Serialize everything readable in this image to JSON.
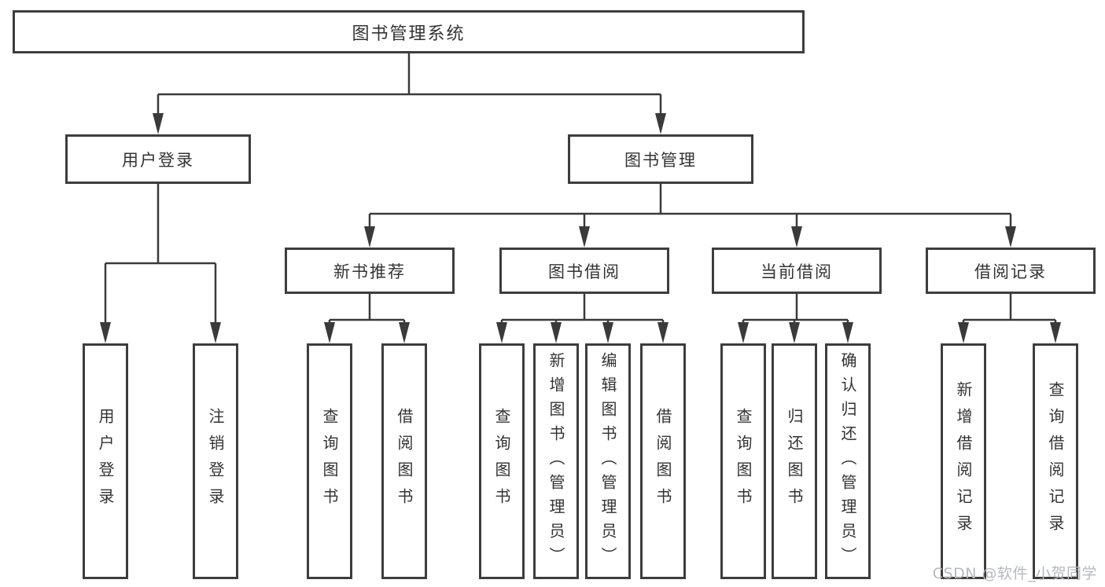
{
  "diagram": {
    "root": "图书管理系统",
    "login_branch": {
      "label": "用户登录",
      "leaves": {
        "user_login": "用户登录",
        "logout": "注销登录"
      }
    },
    "mgmt_branch": {
      "label": "图书管理",
      "sections": {
        "new_book": {
          "label": "新书推荐",
          "leaves": {
            "query": "查询图书",
            "borrow": "借阅图书"
          }
        },
        "book_borrow": {
          "label": "图书借阅",
          "leaves": {
            "query": "查询图书",
            "add": "新增图书（管理员）",
            "edit": "编辑图书（管理员）",
            "borrow": "借阅图书"
          }
        },
        "current": {
          "label": "当前借阅",
          "leaves": {
            "query": "查询图书",
            "return": "归还图书",
            "confirm": "确认归还（管理员）"
          }
        },
        "records": {
          "label": "借阅记录",
          "leaves": {
            "add": "新增借阅记录",
            "query": "查询借阅记录"
          }
        }
      }
    }
  },
  "watermark": "CSDN @软件_小贺同学",
  "colors": {
    "line": "#3a3a3a",
    "box_border": "#3d3d3d",
    "text": "#333333",
    "watermark": "#b5b9bf",
    "background": "#ffffff"
  }
}
